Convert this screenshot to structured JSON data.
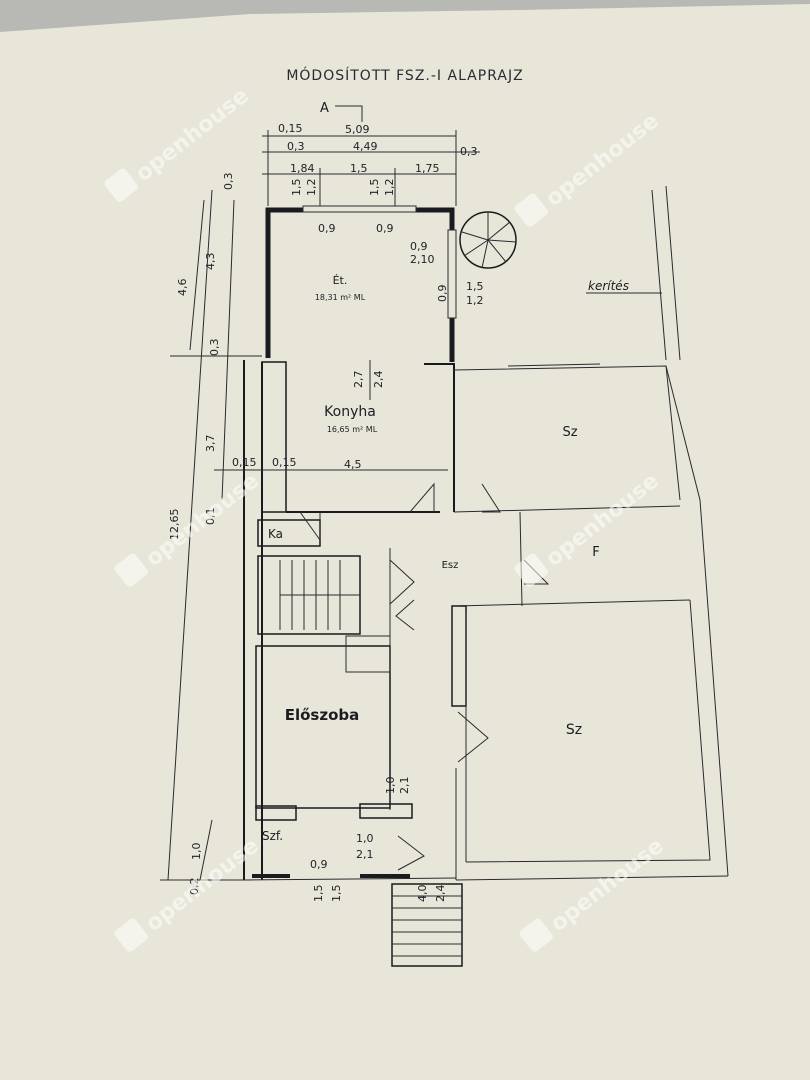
{
  "title": "MÓDOSÍTOTT FSZ.-I ALAPRAJZ",
  "section_mark": "A",
  "rooms": {
    "et": "Ét.",
    "et_area": "18,31 m² ML",
    "konyha": "Konyha",
    "konyha_area": "16,65 m² ML",
    "sz_top": "Sz",
    "f_small": "F",
    "esz": "Esz",
    "ka": "Ka",
    "eloszoba": "Előszoba",
    "szf": "Szf.",
    "sz_big": "Sz",
    "kerites": "kerítés"
  },
  "dimensions": {
    "top_015": "0,15",
    "top_509": "5,09",
    "top_03a": "0,3",
    "top_449": "4,49",
    "top_03b": "0,3",
    "top_184": "1,84",
    "top_15": "1,5",
    "top_175": "1,75",
    "win1_15": "1,5",
    "win1_12": "1,2",
    "win2_15": "1,5",
    "win2_12": "1,2",
    "win1_09": "0,9",
    "win2_09": "0,9",
    "door_09": "0,9",
    "door_210": "2,10",
    "right_09": "0,9",
    "right_15": "1,5",
    "right_12": "1,2",
    "left_46": "4,6",
    "left_43": "4,3",
    "left_03top": "0,3",
    "left_03": "0,3",
    "left_37": "3,7",
    "left_1265": "12,65",
    "left_01": "0,1",
    "mid_015a": "0,15",
    "mid_015b": "0,15",
    "mid_45": "4,5",
    "k_27": "2,7",
    "k_24": "2,4",
    "bot_10": "1,0",
    "bot_02": "0,2",
    "bot_09": "0,9",
    "bot_15a": "1,5",
    "bot_15b": "1,5",
    "door_10": "1,0",
    "door_21": "2,1",
    "hall_10": "1,0",
    "hall_21": "2,1",
    "stair_40": "4,0",
    "stair_24": "2,4"
  },
  "watermark": "openhouse"
}
